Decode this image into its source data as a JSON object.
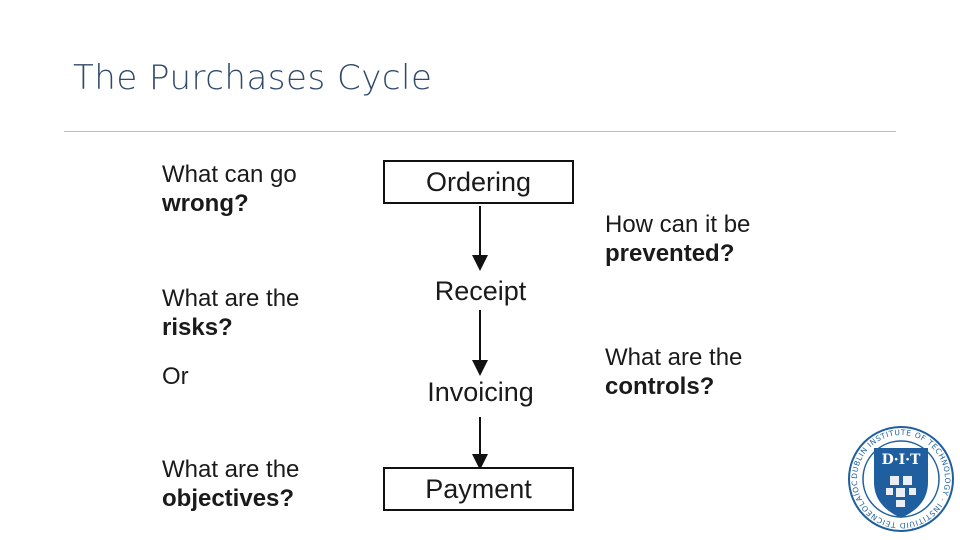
{
  "title": "The Purchases Cycle",
  "left_questions": [
    {
      "line1": "What can go",
      "line2": "wrong?"
    },
    {
      "line1": "What are the",
      "line2": "risks?"
    },
    {
      "line1": "Or",
      "line2": ""
    },
    {
      "line1": "What are the",
      "line2": "objectives?"
    }
  ],
  "steps": [
    "Ordering",
    "Receipt",
    "Invoicing",
    "Payment"
  ],
  "right_questions": [
    {
      "line1": "How can it be",
      "line2": "prevented?"
    },
    {
      "line1": "What are the",
      "line2": "controls?"
    }
  ],
  "logo": {
    "text": "D·I·T",
    "ring_text": "DUBLIN INSTITUTE OF TECHNOLOGY · INSTITIÚID TEICNEOLAÍOCHTA ÁTHA CLIATH"
  },
  "colors": {
    "title": "#2f4a6b",
    "rule": "#e3b57e",
    "logo_blue": "#1f5f9f"
  }
}
